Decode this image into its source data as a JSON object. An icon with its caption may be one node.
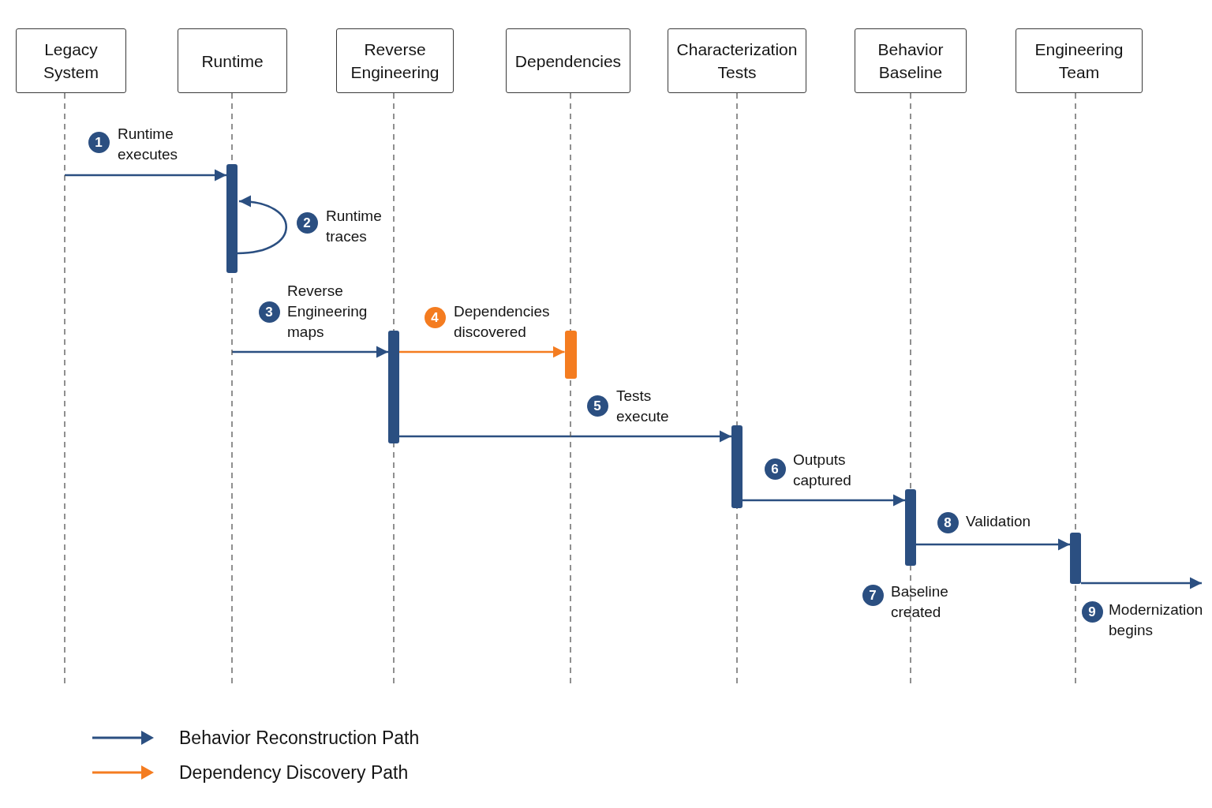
{
  "diagram": {
    "nodes": [
      {
        "text": [
          "Legacy System"
        ]
      },
      {
        "text": [
          "Runtime"
        ]
      },
      {
        "text": [
          "Reverse Engineering"
        ]
      },
      {
        "text": [
          "Dependencies"
        ]
      },
      {
        "text": [
          "Characterization Tests"
        ]
      },
      {
        "text": [
          "Behavior Baseline"
        ]
      },
      {
        "text": [
          "Engineering Team"
        ]
      },
      {
        "text": [],
        "shape": "bar",
        "in": 1
      },
      {
        "text": [],
        "shape": "bar",
        "in": 2
      },
      {
        "text": [],
        "shape": "bar",
        "in": 3
      },
      {
        "text": [],
        "shape": "bar",
        "in": 4
      },
      {
        "text": [],
        "shape": "bar",
        "in": 5,
        "beside": [
          "Baseline created"
        ]
      },
      {
        "text": [],
        "shape": "bar",
        "in": 6
      }
    ],
    "edges": [
      {
        "from": 0,
        "to": 7,
        "arrow": "to",
        "label": "Runtime executes"
      },
      {
        "from": 7,
        "to": 7,
        "arrow": "to",
        "label": "Runtime traces"
      },
      {
        "from": 1,
        "to": 8,
        "arrow": "to",
        "label": "Reverse Engineering maps"
      },
      {
        "from": 8,
        "to": 9,
        "arrow": "to",
        "label": "Dependencies discovered",
        "color": "#f47c20"
      },
      {
        "from": 8,
        "to": 10,
        "arrow": "to",
        "label": "Tests execute"
      },
      {
        "from": 10,
        "to": 11,
        "arrow": "to",
        "label": "Outputs captured"
      },
      {
        "from": 11,
        "to": 12,
        "arrow": "to",
        "label": "Validation"
      },
      {
        "from": 12,
        "to": null,
        "arrow": "to",
        "label": "Modernization begins"
      }
    ],
    "labels": [
      "1",
      "2",
      "3",
      "4",
      "5",
      "6",
      "7",
      "8",
      "9"
    ],
    "legend": [
      {
        "text": "Behavior Reconstruction Path"
      },
      {
        "text": "Dependency Discovery Path"
      }
    ]
  }
}
